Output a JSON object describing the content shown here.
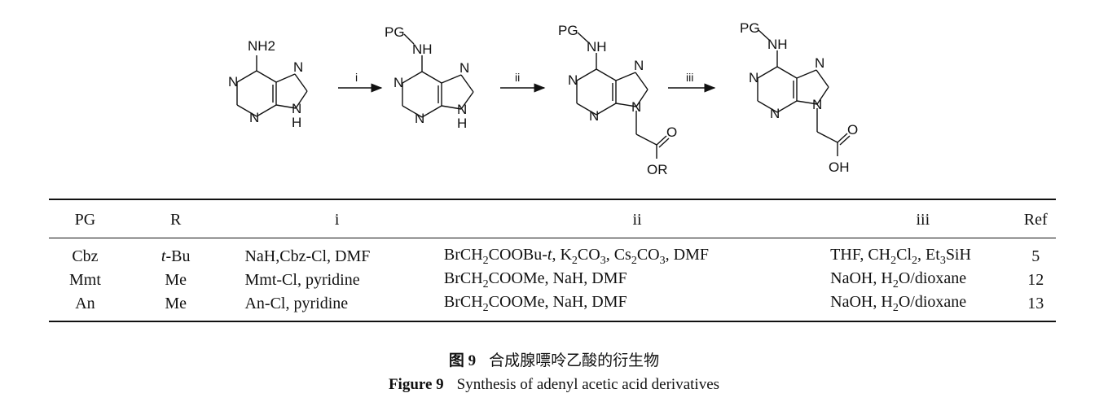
{
  "scheme": {
    "compounds": [
      {
        "substituent": "NH2",
        "ring_n": [
          "N",
          "N",
          "N",
          "N"
        ],
        "nh": "H"
      },
      {
        "substituent_pg": "PG",
        "substituent_nh": "NH",
        "ring_n": [
          "N",
          "N",
          "N",
          "N"
        ],
        "nh": "H"
      },
      {
        "substituent_pg": "PG",
        "substituent_nh": "NH",
        "ring_n": [
          "N",
          "N",
          "N",
          "N"
        ],
        "carbonyl_o": "O",
        "ester": "OR"
      },
      {
        "substituent_pg": "PG",
        "substituent_nh": "NH",
        "ring_n": [
          "N",
          "N",
          "N",
          "N"
        ],
        "carbonyl_o": "O",
        "acid": "OH"
      }
    ],
    "arrows": [
      "i",
      "ii",
      "iii"
    ]
  },
  "table": {
    "headers": [
      "PG",
      "R",
      "i",
      "ii",
      "iii",
      "Ref"
    ],
    "rows": [
      {
        "pg": "Cbz",
        "r_italic": "t",
        "r_rest": "-Bu",
        "i": "NaH,Cbz-Cl, DMF",
        "ii": [
          "BrCH",
          "2",
          "COOBu-",
          "t",
          ", K",
          "2",
          "CO",
          "3",
          ", Cs",
          "2",
          "CO",
          "3",
          ", DMF"
        ],
        "iii": [
          "THF, CH",
          "2",
          "Cl",
          "2",
          ", Et",
          "3",
          "SiH"
        ],
        "ref": "5"
      },
      {
        "pg": "Mmt",
        "r": "Me",
        "i": "Mmt-Cl, pyridine",
        "ii": [
          "BrCH",
          "2",
          "COOMe, NaH, DMF"
        ],
        "iii": [
          "NaOH, H",
          "2",
          "O/dioxane"
        ],
        "ref": "12"
      },
      {
        "pg": "An",
        "r": "Me",
        "i": "An-Cl, pyridine",
        "ii": [
          "BrCH",
          "2",
          "COOMe, NaH, DMF"
        ],
        "iii": [
          "NaOH, H",
          "2",
          "O/dioxane"
        ],
        "ref": "13"
      }
    ]
  },
  "caption": {
    "cn_label": "图 9",
    "cn_text": "合成腺嘌呤乙酸的衍生物",
    "en_label": "Figure 9",
    "en_text": "Synthesis of adenyl acetic acid derivatives"
  }
}
